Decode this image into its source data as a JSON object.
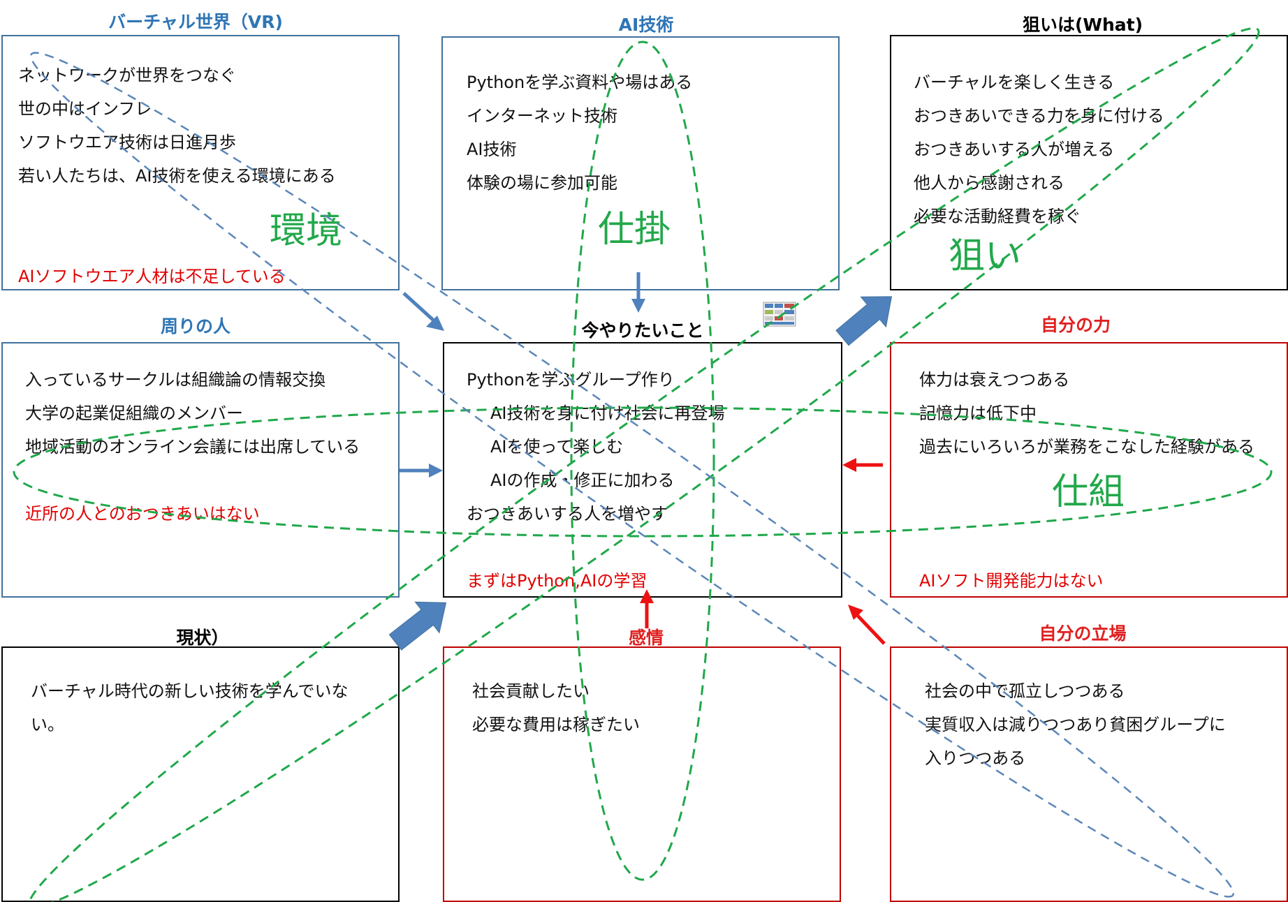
{
  "vr": {
    "title": "バーチャル世界（VR)",
    "lines": [
      "ネットワークが世界をつなぐ",
      "世の中はインフレ",
      "ソフトウエア技術は日進月歩",
      "若い人たちは、AI技術を使える環境にある"
    ],
    "label": "環境",
    "note": "AIソフトウエア人材は不足している"
  },
  "ai": {
    "title": "AI技術",
    "lines": [
      "Pythonを学ぶ資料や場はある",
      "インターネット技術",
      "AI技術",
      "体験の場に参加可能"
    ],
    "label": "仕掛"
  },
  "aim": {
    "title": "狙いは(What)",
    "lines": [
      "バーチャルを楽しく生きる",
      "おつきあいできる力を身に付ける",
      "おつきあいする人が増える",
      "他人から感謝される",
      "必要な活動経費を稼ぐ"
    ],
    "label": "狙い"
  },
  "people": {
    "title": "周りの人",
    "lines": [
      "入っているサークルは組織論の情報交換",
      "大学の起業促組織のメンバー",
      "地域活動のオンライン会議には出席している"
    ],
    "note": "近所の人とのおつきあいはない"
  },
  "center": {
    "title": "今やりたいこと",
    "lines": [
      "Pythonを学ぶグループ作り",
      "AI技術を身に付け社会に再登場",
      "AIを使って楽しむ",
      "AIの作成・修正に加わる",
      "おつきあいする人を増やす"
    ],
    "note": "まずはPython,AIの学習"
  },
  "power": {
    "title": "自分の力",
    "lines": [
      "体力は衰えつつある",
      "記憶力は低下中",
      "過去にいろいろが業務をこなした経験がある"
    ],
    "label": "仕組",
    "note": "AIソフト開発能力はない"
  },
  "status": {
    "title": "現状）",
    "lines": [
      "バーチャル時代の新しい技術を学んでいな",
      "い。"
    ]
  },
  "emotion": {
    "title": "感情",
    "lines": [
      "社会貢献したい",
      "必要な費用は稼ぎたい"
    ]
  },
  "position": {
    "title": "自分の立場",
    "lines": [
      "社会の中で孤立しつつある",
      "実質収入は減りつつあり貧困グループに",
      "入りつつある"
    ]
  },
  "colors": {
    "blue_title": "#2e75b6",
    "red_title": "#e02020",
    "green_label": "#22a84a",
    "green_ellipse": "#1fa84a",
    "blue_ellipse": "#5a86b8",
    "arrow_blue": "#4f81bd",
    "arrow_red": "#ee1111"
  }
}
